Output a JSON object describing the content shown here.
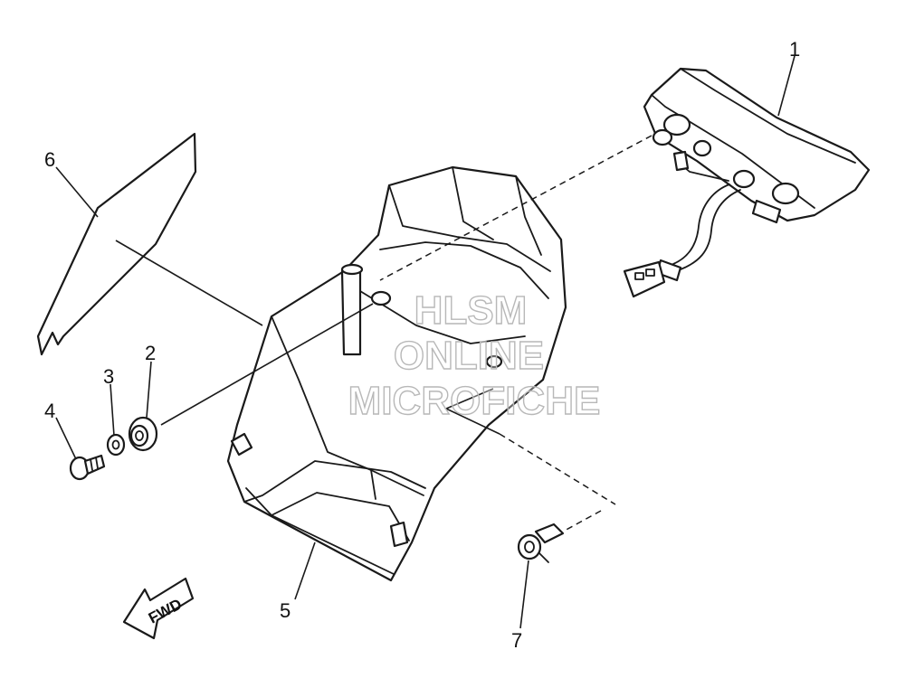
{
  "callouts": [
    "1",
    "2",
    "3",
    "4",
    "5",
    "6",
    "7"
  ],
  "fwd_label": "FWD",
  "watermark": {
    "line1": "HLSM",
    "line2": "ONLINE",
    "line3": "MICROFICHE"
  }
}
